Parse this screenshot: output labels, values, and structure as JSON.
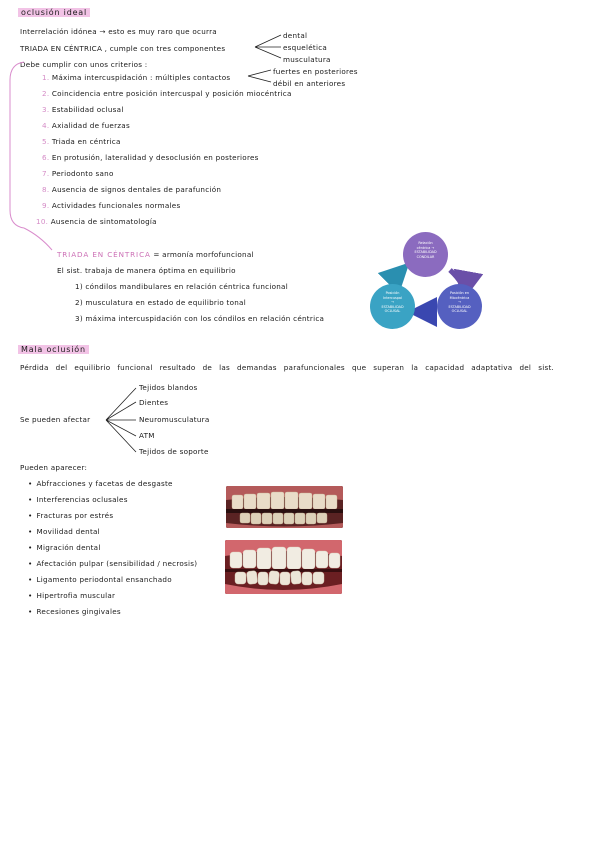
{
  "section1": {
    "title": "oclusión ideal",
    "intro": "Interrelación idónea  → esto es muy raro que ocurra",
    "triada_line": "TRIADA EN CÉNTRICA , cumple con tres componentes",
    "branches": [
      "dental",
      "esquelética",
      "musculatura"
    ],
    "criteria_intro": "Debe cumplir con unos criterios :",
    "criteria": [
      {
        "n": "1.",
        "text": "Máxima intercuspidación : múltiples contactos"
      },
      {
        "n": "2.",
        "text": "Coincidencia entre posición intercuspal y posición miocéntrica"
      },
      {
        "n": "3.",
        "text": "Estabilidad oclusal"
      },
      {
        "n": "4.",
        "text": "Axialidad de fuerzas"
      },
      {
        "n": "5.",
        "text": "Triada en céntrica"
      },
      {
        "n": "6.",
        "text": "En protusión, lateralidad y desoclusión en posteriores"
      },
      {
        "n": "7.",
        "text": "Periodonto sano"
      },
      {
        "n": "8.",
        "text": "Ausencia de signos dentales de parafunción"
      },
      {
        "n": "9.",
        "text": "Actividades funcionales normales"
      },
      {
        "n": "10.",
        "text": "Ausencia de sintomatología"
      }
    ],
    "contact_branches": [
      "fuertes en posteriores",
      "débil en anteriores"
    ],
    "triada_label": "TRIADA EN CÉNTRICA",
    "triada_def": "= armonía morfofuncional",
    "system_line": "El sist. trabaja de manera óptima en equilibrio",
    "conditions": [
      "1) cóndilos mandibulares en relación céntrica funcional",
      "2) musculatura en estado de equilibrio tonal",
      "3) máxima intercuspidación con los cóndilos en relación céntrica"
    ],
    "cycle": {
      "top": [
        "Relación",
        "céntrica →",
        "ESTABILIDAD",
        "CONDILAR"
      ],
      "right": [
        "Posición en",
        "Miocéntrica",
        "→",
        "ESTABILIDAD",
        "OCLUSAL"
      ],
      "left": [
        "Posición",
        "Intercuspal",
        "→",
        "ESTABILIDAD",
        "OCLUSAL"
      ],
      "colors": {
        "top": "#8b6bbf",
        "right": "#5560c0",
        "left": "#3aa3c4"
      }
    }
  },
  "section2": {
    "title": "Mala oclusión",
    "definition": "Pérdida del equilibrio funcional resultado de las demandas parafuncionales que superan la capacidad adaptativa del sist.",
    "affect_label": "Se pueden afectar",
    "affected": [
      "Tejidos blandos",
      "Dientes",
      "Neuromusculatura",
      "ATM",
      "Tejidos de soporte"
    ],
    "appear_label": "Pueden aparecer:",
    "appear": [
      "Abfracciones y facetas de desgaste",
      "Interferencias oclusales",
      "Fracturas por estrés",
      "Movilidad dental",
      "Migración dental",
      "Afectación pulpar (sensibilidad / necrosis)",
      "Ligamento periodontal ensanchado",
      "Hipertrofia muscular",
      "Recesiones gingivales"
    ]
  }
}
